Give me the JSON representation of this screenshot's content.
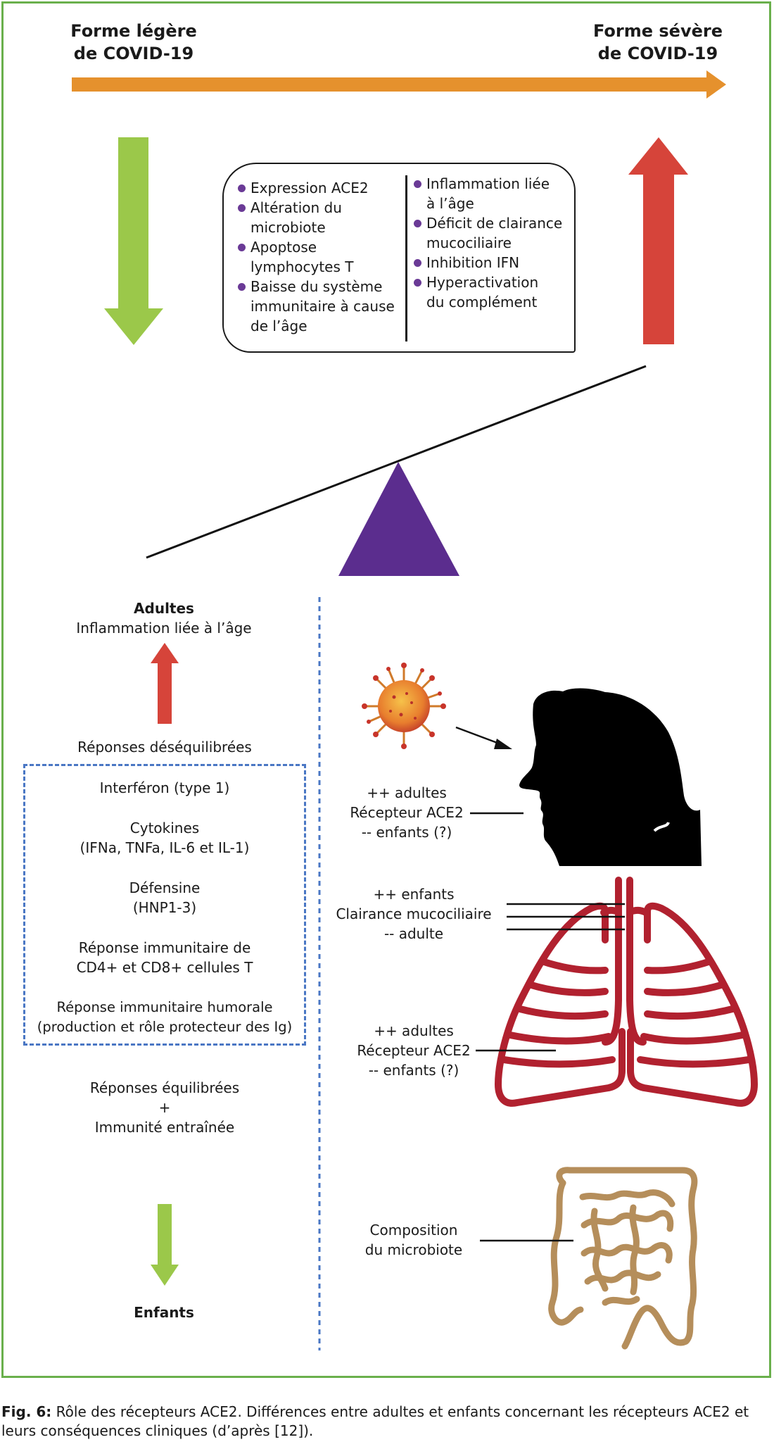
{
  "header": {
    "left_title_line1": "Forme légère",
    "left_title_line2": "de COVID-19",
    "right_title_line1": "Forme sévère",
    "right_title_line2": "de COVID-19"
  },
  "factors": {
    "left": [
      {
        "lines": [
          "Expression ACE2"
        ]
      },
      {
        "lines": [
          "Altération du",
          "microbiote"
        ]
      },
      {
        "lines": [
          "Apoptose",
          "lymphocytes T"
        ]
      },
      {
        "lines": [
          "Baisse du système",
          "immunitaire à cause",
          "de l’âge"
        ]
      }
    ],
    "right": [
      {
        "lines": [
          "Inflammation liée",
          "à l’âge"
        ]
      },
      {
        "lines": [
          "Déficit de clairance",
          "mucociliaire"
        ]
      },
      {
        "lines": [
          "Inhibition IFN"
        ]
      },
      {
        "lines": [
          "Hyperactivation",
          "du complément"
        ]
      }
    ]
  },
  "left_column": {
    "adults_title": "Adultes",
    "adults_subtitle": "Inflammation liée à l’âge",
    "unbalanced": "Réponses déséquilibrées",
    "responses": [
      {
        "line1": "Interféron (type 1)",
        "line2": ""
      },
      {
        "line1": "Cytokines",
        "line2": "(IFNa, TNFa, IL-6 et IL-1)"
      },
      {
        "line1": "Défensine",
        "line2": "(HNP1-3)"
      },
      {
        "line1": "Réponse immunitaire de",
        "line2": "CD4+ et CD8+ cellules T"
      },
      {
        "line1": "Réponse immunitaire humorale",
        "line2": "(production et rôle protecteur des Ig)"
      }
    ],
    "balanced_line1": "Réponses équilibrées",
    "balanced_line2": "+",
    "balanced_line3": "Immunité entraînée",
    "children_title": "Enfants"
  },
  "right_column": {
    "head_label": {
      "line1": "++ adultes",
      "line2": "Récepteur ACE2",
      "line3": "-- enfants (?)"
    },
    "trachea_label": {
      "line1": "++ enfants",
      "line2": "Clairance mucociliaire",
      "line3": "-- adulte"
    },
    "lungs_label": {
      "line1": "++ adultes",
      "line2": "Récepteur ACE2",
      "line3": "-- enfants (?)"
    },
    "gut_label": {
      "line1": "Composition",
      "line2": "du microbiote"
    }
  },
  "caption": {
    "prefix": "Fig. 6:",
    "text": " Rôle des récepteurs ACE2. Différences entre adultes et enfants concernant les récepteurs ACE2 et leurs conséquences cliniques (d’après [12])."
  },
  "colors": {
    "orange_arrow": "#e5912d",
    "green_arrow": "#9bc84a",
    "red_arrow": "#d6443a",
    "purple": "#5b2d8e",
    "lungs": "#b1212f",
    "gut": "#b58e5b",
    "dashed": "#4a77c4",
    "frame": "#6ab04c"
  }
}
